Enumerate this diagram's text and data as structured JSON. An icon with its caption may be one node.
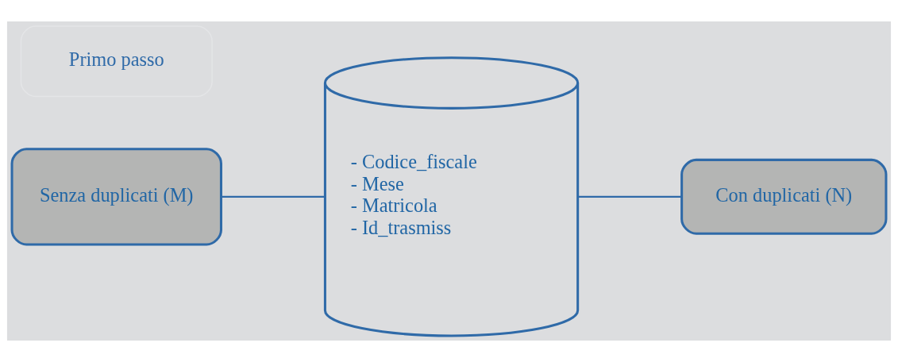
{
  "diagram": {
    "nodes": [
      {
        "text": [
          "Primo passo"
        ]
      },
      {
        "text": [
          "Senza duplicati (M)"
        ]
      },
      {
        "text": [
          "- Codice_fiscale",
          "- Mese",
          "- Matricola",
          "- Id_trasmiss"
        ]
      },
      {
        "text": [
          "Con duplicati (N)"
        ]
      }
    ],
    "edges": [
      {
        "from": 1,
        "to": 2,
        "arrow": "none"
      },
      {
        "from": 2,
        "to": 3,
        "arrow": "none"
      }
    ]
  }
}
